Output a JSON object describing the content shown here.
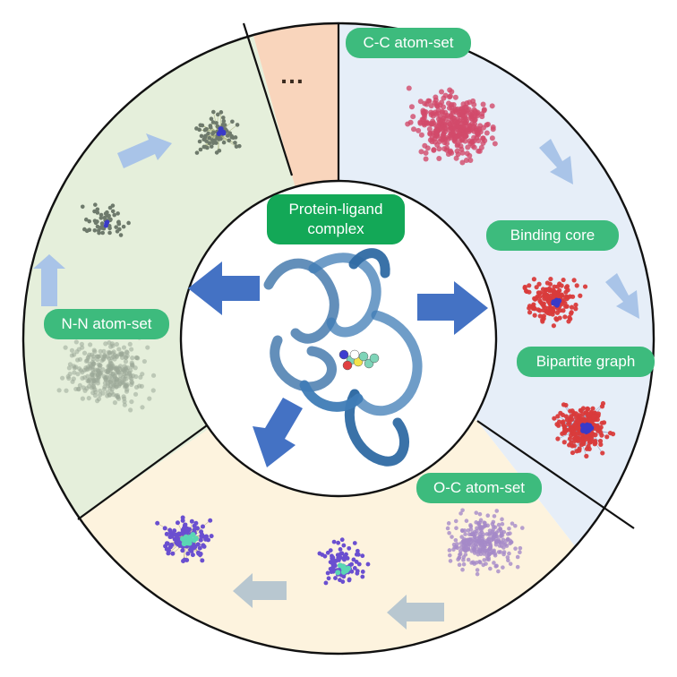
{
  "center": {
    "label_line1": "Protein-ligand",
    "label_line2": "complex"
  },
  "segments": {
    "cc": {
      "label": "C-C atom-set",
      "color": "#e6eef8"
    },
    "binding": {
      "label": "Binding core"
    },
    "bipartite": {
      "label": "Bipartite graph"
    },
    "oc": {
      "label": "O-C atom-set",
      "color": "#fdf3de"
    },
    "nn": {
      "label": "N-N atom-set",
      "color": "#e5efdb"
    },
    "more": {
      "label": "…",
      "color": "#f9d5bc"
    }
  },
  "colors": {
    "pill": "#3dbb7d",
    "pill_center": "#13a857",
    "arrow_dark": "#4472c4",
    "arrow_light": "#a9c4e8",
    "arrow_grey": "#b8c7d0",
    "atoms_red": "#d93b3b",
    "atoms_pink": "#d24a6a",
    "atoms_blue": "#3a3ac8",
    "atoms_purple": "#6a4fd0",
    "atoms_lilac": "#a58ac8",
    "atoms_grey": "#6e7a6c",
    "atoms_teal": "#5ad6b4"
  }
}
